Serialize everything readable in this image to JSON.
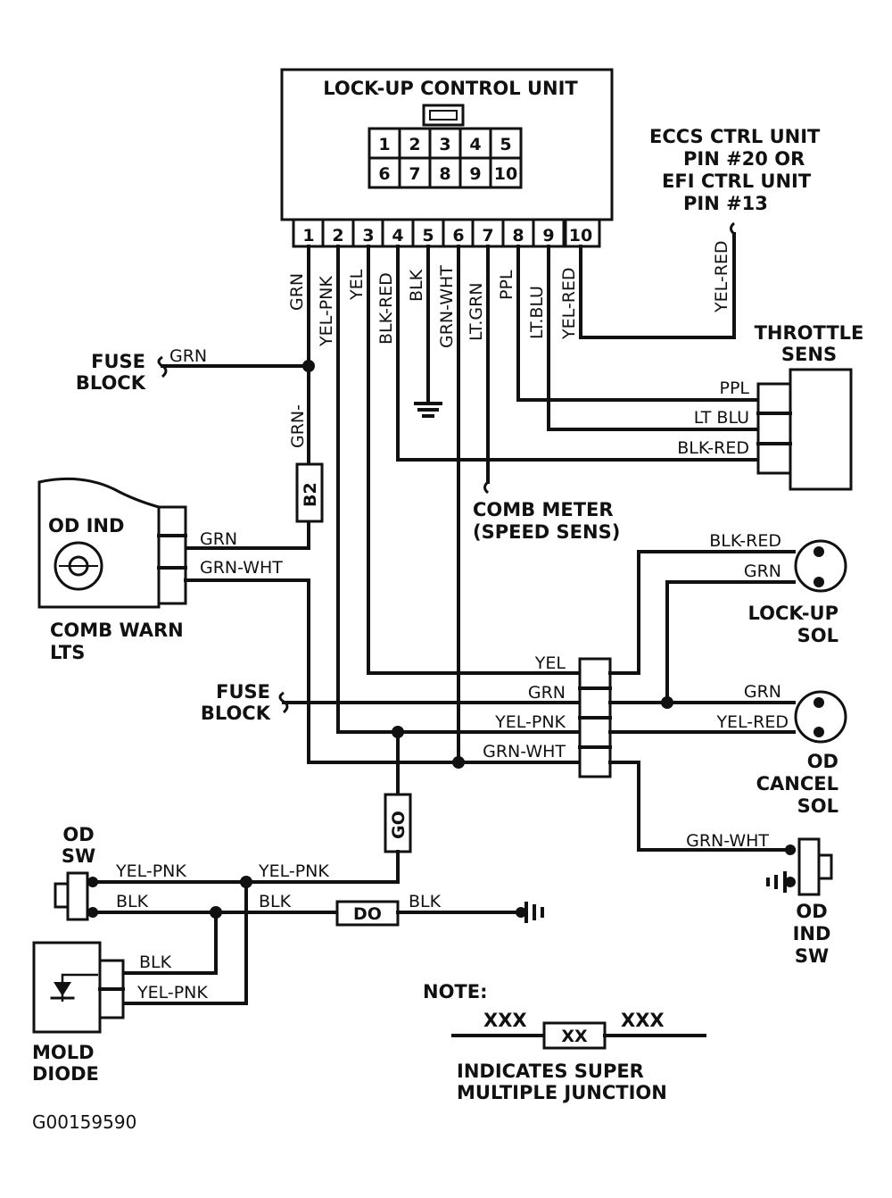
{
  "control_unit": {
    "title": "LOCK-UP CONTROL UNIT",
    "connector_top_row": [
      "1",
      "2",
      "3",
      "4",
      "5"
    ],
    "connector_bottom_row": [
      "6",
      "7",
      "8",
      "9",
      "10"
    ],
    "pins": [
      "1",
      "2",
      "3",
      "4",
      "5",
      "6",
      "7",
      "8",
      "9",
      "10"
    ]
  },
  "pin_wires": [
    "GRN",
    "YEL-PNK",
    "YEL",
    "BLK-RED",
    "BLK",
    "GRN-WHT",
    "LT.GRN",
    "PPL",
    "LT.BLU",
    "YEL-RED"
  ],
  "eccs": {
    "line1": "ECCS CTRL UNIT",
    "line2": "PIN #20 OR",
    "line3": "EFI CTRL UNIT",
    "line4": "PIN #13",
    "wire": "YEL-RED"
  },
  "throttle": {
    "line1": "THROTTLE",
    "line2": "SENS",
    "wires": [
      "PPL",
      "LT BLU",
      "BLK-RED"
    ]
  },
  "fuse_block_1": {
    "line1": "FUSE",
    "line2": "BLOCK",
    "wire": "GRN"
  },
  "fuse_block_2": {
    "line1": "FUSE",
    "line2": "BLOCK"
  },
  "grn_dash": "GRN-",
  "junctions": {
    "b2": "B2",
    "go": "GO",
    "do": "DO",
    "xx": "XX"
  },
  "od_ind": {
    "label": "OD IND",
    "wire_top": "GRN",
    "wire_bottom": "GRN-WHT",
    "footer1": "COMB WARN",
    "footer2": "LTS"
  },
  "comb_meter": {
    "line1": "COMB METER",
    "line2": "(SPEED SENS)"
  },
  "lockup_sol": {
    "line1": "LOCK-UP",
    "line2": "SOL",
    "wire_top": "BLK-RED",
    "wire_bottom": "GRN"
  },
  "connector_left_wires": [
    "YEL",
    "GRN",
    "YEL-PNK",
    "GRN-WHT"
  ],
  "od_cancel": {
    "line1": "OD",
    "line2": "CANCEL",
    "line3": "SOL",
    "wire_top": "GRN",
    "wire_bottom": "YEL-RED"
  },
  "od_ind_sw": {
    "line1": "OD",
    "line2": "IND",
    "line3": "SW",
    "wire": "GRN-WHT"
  },
  "od_sw": {
    "line1": "OD",
    "line2": "SW",
    "wire_top": "YEL-PNK",
    "wire_top2": "YEL-PNK",
    "wire_bottom": "BLK",
    "wire_bottom2": "BLK",
    "wire_bottom3": "BLK"
  },
  "mold_diode": {
    "line1": "MOLD",
    "line2": "DIODE",
    "wire_top": "BLK",
    "wire_bottom": "YEL-PNK"
  },
  "note": {
    "title": "NOTE:",
    "left": "XXX",
    "right": "XXX",
    "line1": "INDICATES SUPER",
    "line2": "MULTIPLE JUNCTION"
  },
  "figure_id": "G00159590"
}
